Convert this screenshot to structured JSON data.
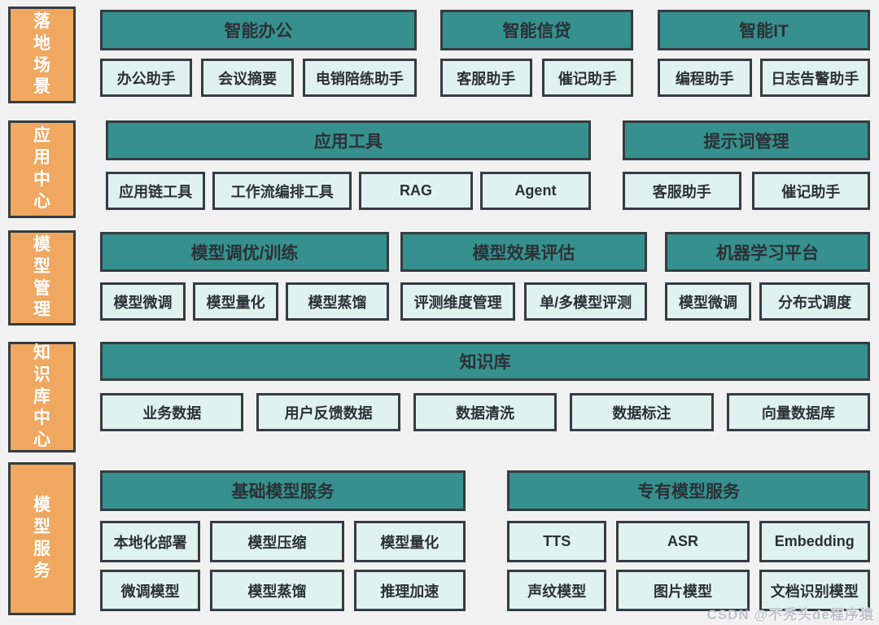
{
  "colors": {
    "background": "#f0f1f0",
    "header_teal": "#36908e",
    "item_light_teal": "#dff2f0",
    "sidebar_orange": "#f0a75f",
    "border_dark": "#363c42",
    "text_dark": "#2b3136",
    "text_white": "#ffffff"
  },
  "watermark": "CSDN @不秃头de程序猿",
  "rows": [
    {
      "side": "落地场景",
      "groups": [
        {
          "header": "智能办公",
          "items": [
            "办公助手",
            "会议摘要",
            "电销陪练助手"
          ]
        },
        {
          "header": "智能信贷",
          "items": [
            "客服助手",
            "催记助手"
          ]
        },
        {
          "header": "智能IT",
          "items": [
            "编程助手",
            "日志告警助手"
          ]
        }
      ]
    },
    {
      "side": "应用中心",
      "groups": [
        {
          "header": "应用工具",
          "items": [
            "应用链工具",
            "工作流编排工具",
            "RAG",
            "Agent"
          ]
        },
        {
          "header": "提示词管理",
          "items": [
            "客服助手",
            "催记助手"
          ]
        }
      ]
    },
    {
      "side": "模型管理",
      "groups": [
        {
          "header": "模型调优/训练",
          "items": [
            "模型微调",
            "模型量化",
            "模型蒸馏"
          ]
        },
        {
          "header": "模型效果评估",
          "items": [
            "评测维度管理",
            "单/多模型评测"
          ]
        },
        {
          "header": "机器学习平台",
          "items": [
            "模型微调",
            "分布式调度"
          ]
        }
      ]
    },
    {
      "side": "知识库中心",
      "groups": [
        {
          "header": "知识库",
          "items": [
            "业务数据",
            "用户反馈数据",
            "数据清洗",
            "数据标注",
            "向量数据库"
          ]
        }
      ]
    },
    {
      "side": "模型服务",
      "groups": [
        {
          "header": "基础模型服务",
          "items": [
            "本地化部署",
            "模型压缩",
            "模型量化"
          ],
          "items2": [
            "微调模型",
            "模型蒸馏",
            "推理加速"
          ]
        },
        {
          "header": "专有模型服务",
          "items": [
            "TTS",
            "ASR",
            "Embedding"
          ],
          "items2": [
            "声纹模型",
            "图片模型",
            "文档识别模型"
          ]
        }
      ]
    }
  ]
}
